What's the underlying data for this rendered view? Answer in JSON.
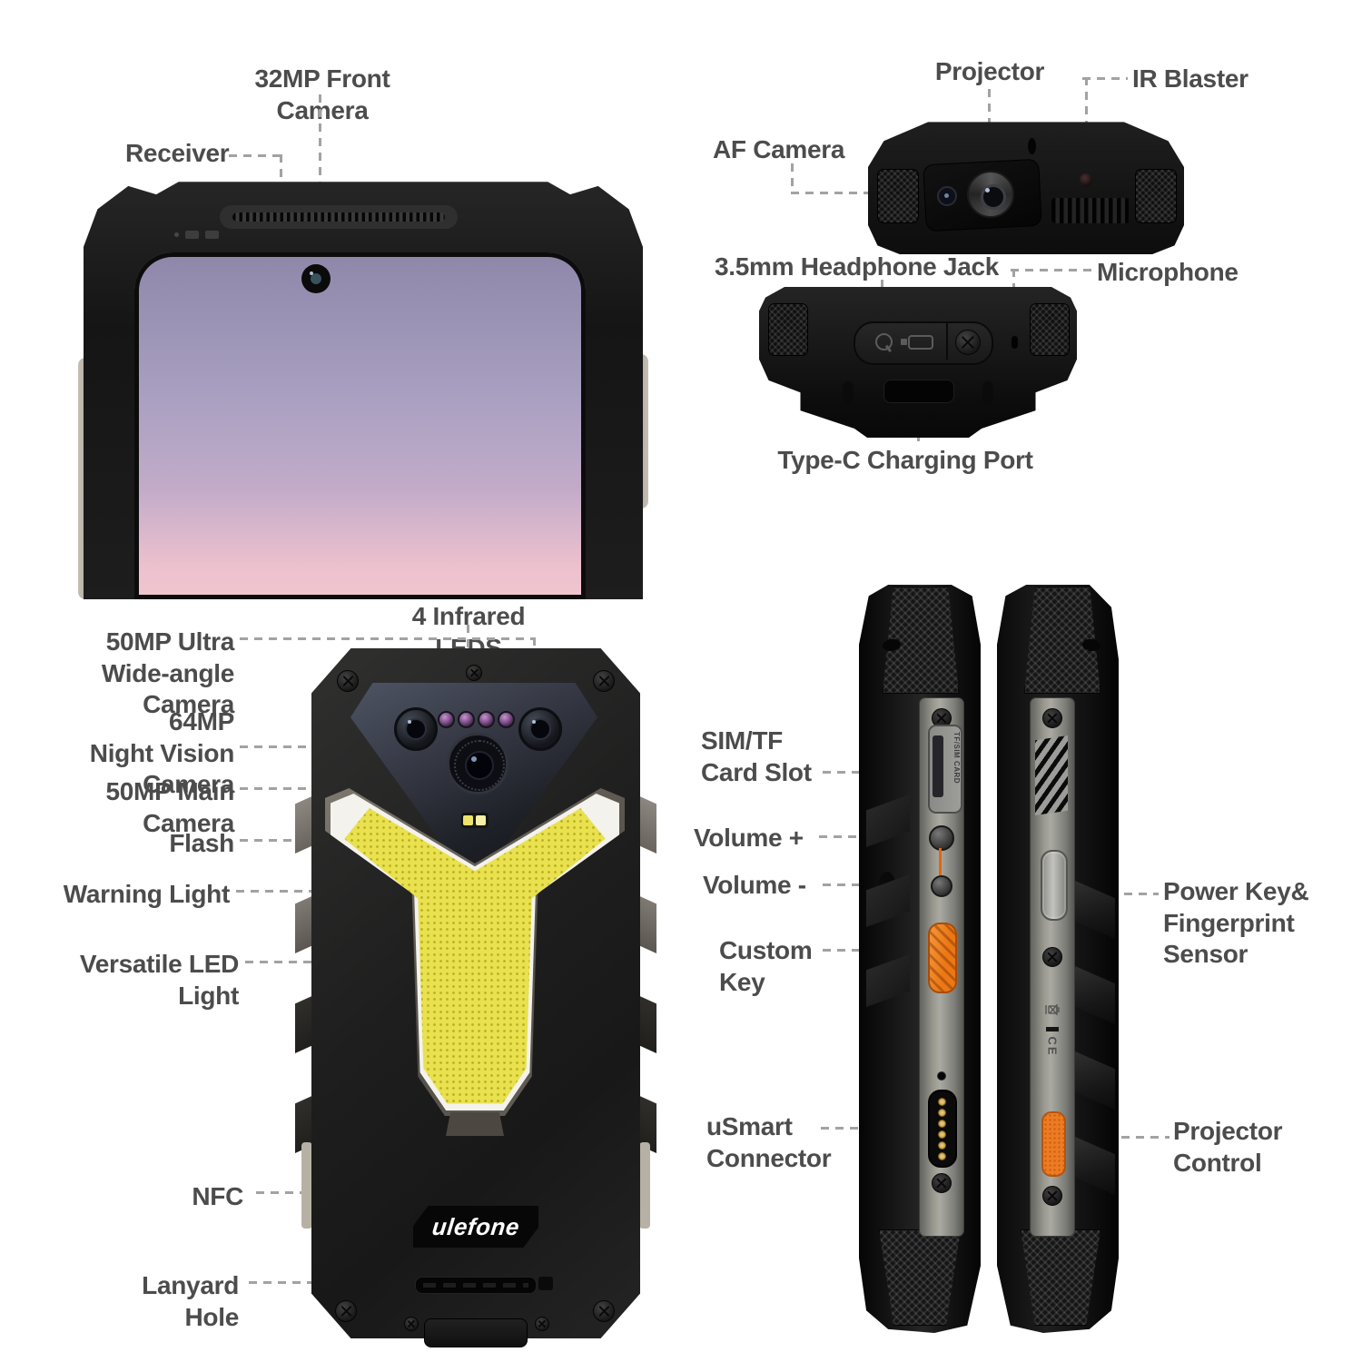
{
  "meta": {
    "type": "product-annotation-diagram",
    "subject": "rugged smartphone feature callouts"
  },
  "labels": {
    "front_camera": "32MP Front Camera",
    "receiver": "Receiver",
    "projector": "Projector",
    "ir_blaster": "IR Blaster",
    "af_camera": "AF Camera",
    "headphone_jack": "3.5mm Headphone Jack",
    "microphone": "Microphone",
    "type_c": "Type-C Charging Port",
    "infrared_leds": "4 Infrared LEDS",
    "ultra_wide": "50MP Ultra\nWide-angle Camera",
    "night_vision": "64MP\nNight Vision Camera",
    "main_camera": "50MP Main Camera",
    "flash": "Flash",
    "warning_light": "Warning Light",
    "versatile_led": "Versatile LED Light",
    "nfc": "NFC",
    "lanyard_hole": "Lanyard Hole",
    "sim_slot": "SIM/TF\nCard Slot",
    "volume_up": "Volume +",
    "volume_down": "Volume -",
    "custom_key": "Custom\nKey",
    "usmart": "uSmart\nConnector",
    "power_key": "Power Key&\nFingerprint\nSensor",
    "projector_control": "Projector\nControl"
  },
  "device": {
    "brand_logo": "ulefone",
    "sim_slot_engraving": "TF/SIM CARD",
    "ce_mark": "CE"
  },
  "colors": {
    "label_text": "#4c4c4c",
    "connector_line": "#a2a2a2",
    "accent_orange": "#ee7b22",
    "led_panel_yellow": "#e9e14d",
    "warning_strip_white": "#f3f2ec",
    "body_black": "#1b1b1b",
    "rail_gray": "#8f8f8f",
    "screen_gradient_top": "#8e87a9",
    "screen_gradient_bottom": "#f2c6cf"
  }
}
